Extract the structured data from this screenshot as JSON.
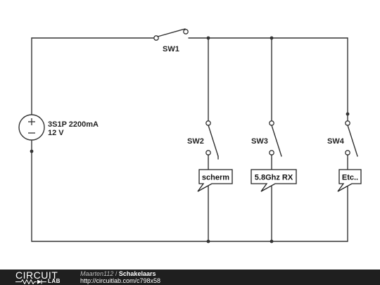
{
  "diagram": {
    "battery": {
      "name": "3S1P 2200mA",
      "value": "12 V"
    },
    "switches": [
      "SW1",
      "SW2",
      "SW3",
      "SW4"
    ],
    "loads": [
      "scherm",
      "5.8Ghz RX",
      "Etc.."
    ]
  },
  "footer": {
    "logo_word": "CIRCUIT",
    "logo_sub": "LAB",
    "author": "Maarten112",
    "separator": "/",
    "title": "Schakelaars",
    "url": "http://circuitlab.com/c798x58"
  }
}
